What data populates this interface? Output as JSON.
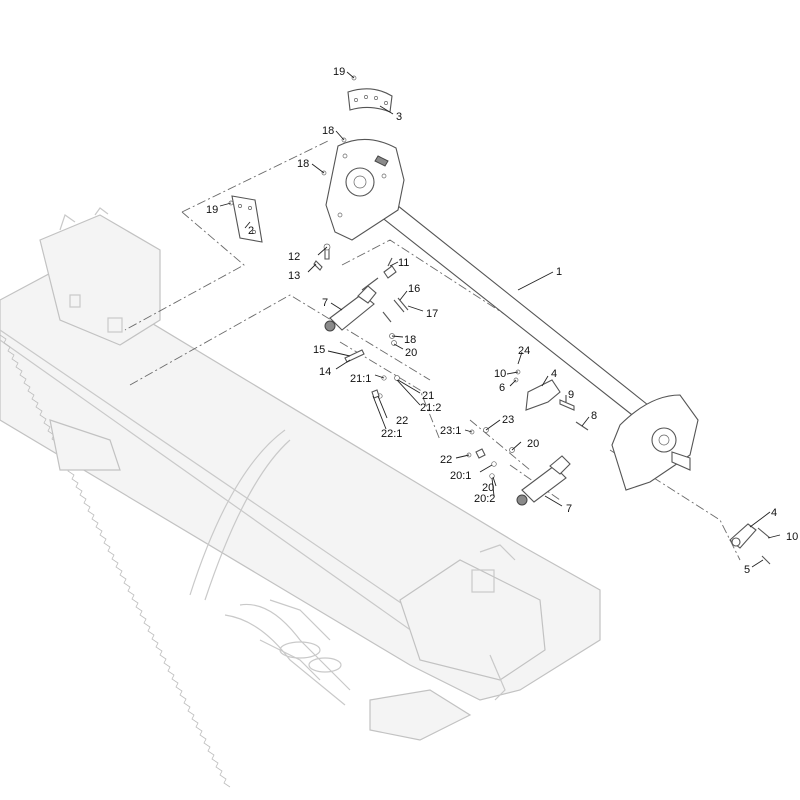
{
  "callouts": [
    {
      "id": "c19a",
      "text": "19"
    },
    {
      "id": "c3",
      "text": "3"
    },
    {
      "id": "c18a",
      "text": "18"
    },
    {
      "id": "c18b",
      "text": "18"
    },
    {
      "id": "c19b",
      "text": "19"
    },
    {
      "id": "c2",
      "text": "2"
    },
    {
      "id": "c12",
      "text": "12"
    },
    {
      "id": "c13",
      "text": "13"
    },
    {
      "id": "c11",
      "text": "11"
    },
    {
      "id": "c1",
      "text": "1"
    },
    {
      "id": "c7a",
      "text": "7"
    },
    {
      "id": "c16",
      "text": "16"
    },
    {
      "id": "c17",
      "text": "17"
    },
    {
      "id": "c18c",
      "text": "18"
    },
    {
      "id": "c20a",
      "text": "20"
    },
    {
      "id": "c15",
      "text": "15"
    },
    {
      "id": "c14",
      "text": "14"
    },
    {
      "id": "c21_1",
      "text": "21:1"
    },
    {
      "id": "c21",
      "text": "21"
    },
    {
      "id": "c21_2",
      "text": "21:2"
    },
    {
      "id": "c22a",
      "text": "22"
    },
    {
      "id": "c22_1",
      "text": "22:1"
    },
    {
      "id": "c24",
      "text": "24"
    },
    {
      "id": "c10a",
      "text": "10"
    },
    {
      "id": "c4a",
      "text": "4"
    },
    {
      "id": "c6",
      "text": "6"
    },
    {
      "id": "c9",
      "text": "9"
    },
    {
      "id": "c8",
      "text": "8"
    },
    {
      "id": "c23_1",
      "text": "23:1"
    },
    {
      "id": "c23",
      "text": "23"
    },
    {
      "id": "c20b",
      "text": "20"
    },
    {
      "id": "c22b",
      "text": "22"
    },
    {
      "id": "c20_1",
      "text": "20:1"
    },
    {
      "id": "c20c",
      "text": "20"
    },
    {
      "id": "c20_2",
      "text": "20:2"
    },
    {
      "id": "c7b",
      "text": "7"
    },
    {
      "id": "c4b",
      "text": "4"
    },
    {
      "id": "c10b",
      "text": "10"
    },
    {
      "id": "c5",
      "text": "5"
    }
  ]
}
